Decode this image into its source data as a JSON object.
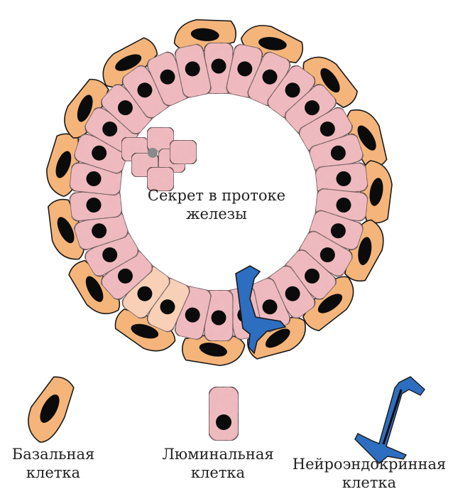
{
  "diagram": {
    "center_label": {
      "line1": "Секрет в протоке",
      "line2": "железы"
    },
    "legend": [
      {
        "id": "basal",
        "line1": "Базальная",
        "line2": "клетка"
      },
      {
        "id": "luminal",
        "line1": "Люминальная",
        "line2": "клетка"
      },
      {
        "id": "neuroendocrine",
        "line1": "Нейроэндокринная",
        "line2": "клетка"
      }
    ]
  },
  "colors": {
    "basal_fill": "#f5b57a",
    "luminal_fill": "#efb8bc",
    "luminal_light_fill": "#fbd3b2",
    "neuroendocrine_fill": "#2d6ec0",
    "nucleus": "#0b0b0b",
    "secretion_dot": "#8a8a8a",
    "outline": "#1a1a1a"
  }
}
